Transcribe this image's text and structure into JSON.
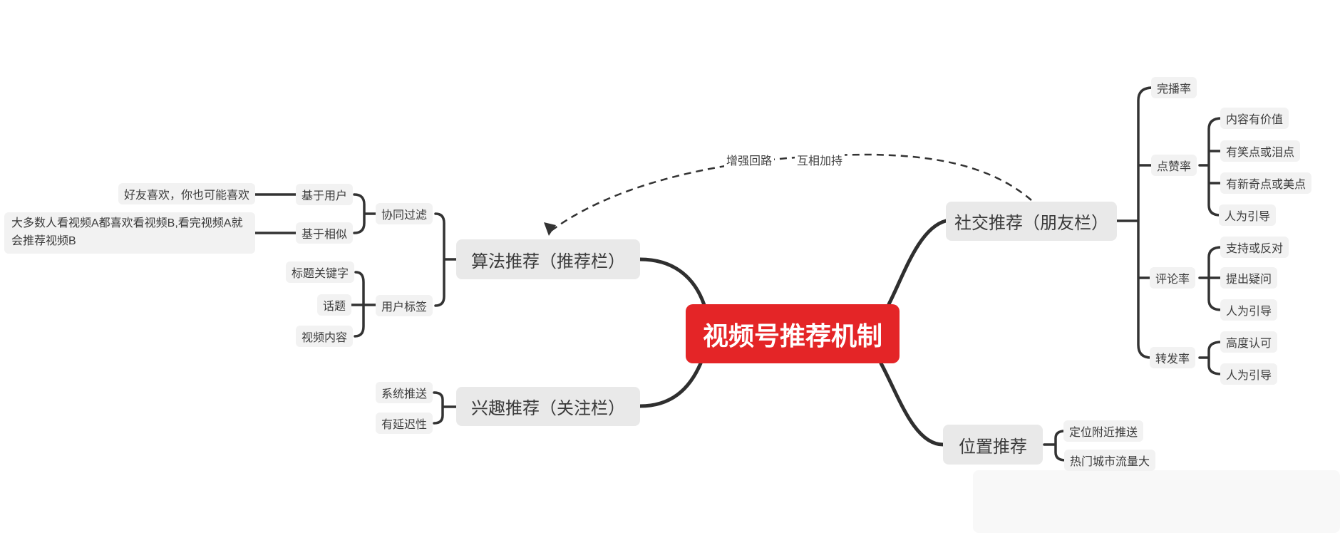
{
  "root": {
    "label": "视频号推荐机制"
  },
  "colors": {
    "root_bg": "#e42527",
    "root_text": "#ffffff",
    "branch_bg": "#e9e9e9",
    "leaf_bg": "#f2f2f2",
    "line": "#333333",
    "text": "#3c3c3c"
  },
  "loop": {
    "reinforce": "增强回路",
    "mutual": "互相加持"
  },
  "algorithm": {
    "label": "算法推荐（推荐栏）",
    "collab": {
      "label": "协同过滤",
      "user_based": {
        "label": "基于用户",
        "note": "好友喜欢，你也可能喜欢"
      },
      "similar": {
        "label": "基于相似",
        "note": "大多数人看视频A都喜欢看视频B,看完视频A就会推荐视频B"
      }
    },
    "tags": {
      "label": "用户标签",
      "title_kw": "标题关键字",
      "topic": "话题",
      "video_content": "视频内容"
    }
  },
  "interest": {
    "label": "兴趣推荐（关注栏）",
    "sys_push": "系统推送",
    "delayed": "有延迟性"
  },
  "social": {
    "label": "社交推荐（朋友栏）",
    "completion": "完播率",
    "like": {
      "label": "点赞率",
      "children": [
        "内容有价值",
        "有笑点或泪点",
        "有新奇点或美点",
        "人为引导"
      ]
    },
    "comment": {
      "label": "评论率",
      "children": [
        "支持或反对",
        "提出疑问",
        "人为引导"
      ]
    },
    "share": {
      "label": "转发率",
      "children": [
        "高度认可",
        "人为引导"
      ]
    }
  },
  "location": {
    "label": "位置推荐",
    "nearby": "定位附近推送",
    "hot_city": "热门城市流量大"
  }
}
